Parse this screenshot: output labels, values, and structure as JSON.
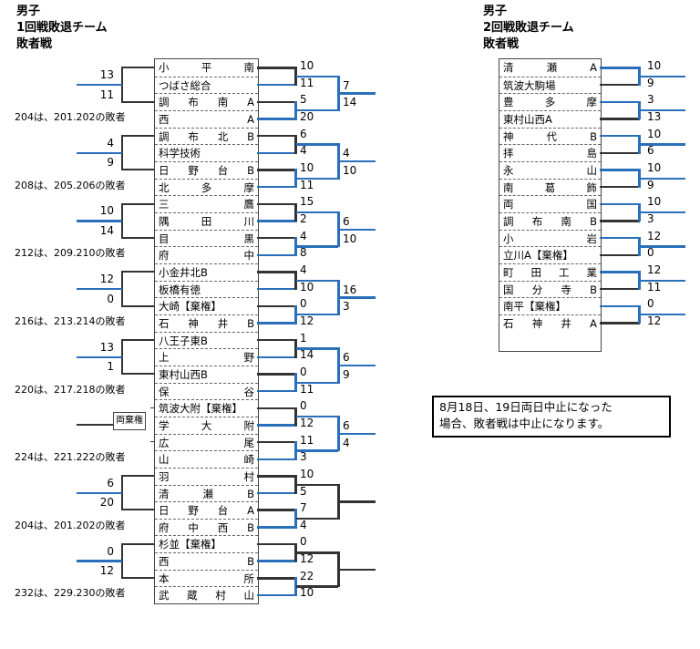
{
  "left_title": [
    "男子",
    "1回戦敗退チーム",
    "敗者戦"
  ],
  "right_title": [
    "男子",
    "2回戦敗退チーム",
    "敗者戦"
  ],
  "left_teams": [
    "小 平 南",
    "つばさ総合",
    "調 布 南 A",
    "西 A",
    "調 布 北 B",
    "科学技術",
    "日 野 台 B",
    "北 多 摩",
    "三 鷹",
    "隅 田 川",
    "目 黒",
    "府 中",
    "小金井北B",
    "板橋有徳",
    "大崎【棄権】",
    "石 神 井 B",
    "八王子東B",
    "上 野",
    "東村山西B",
    "保 谷",
    "筑波大附【棄権】",
    "学 大 附",
    "広 尾",
    "山 崎",
    "羽 村",
    "清 瀬 B",
    "日 野 台 A",
    "府 中 西 B",
    "杉並【棄権】",
    "西 B",
    "本 所",
    "武 蔵 村 山"
  ],
  "left_scores_r1": [
    "10",
    "11",
    "5",
    "20",
    "6",
    "4",
    "10",
    "11",
    "15",
    "2",
    "4",
    "8",
    "4",
    "10",
    "0",
    "12",
    "1",
    "14",
    "0",
    "11",
    "0",
    "12",
    "11",
    "3",
    "10",
    "5",
    "7",
    "4",
    "0",
    "12",
    "22",
    "10"
  ],
  "left_scores_r2": [
    [
      "7",
      "14"
    ],
    [
      "4",
      "10"
    ],
    [
      "6",
      "10"
    ],
    [
      "16",
      "3"
    ],
    [
      "6",
      "9"
    ],
    [
      "6",
      "4"
    ],
    [
      "",
      ""
    ],
    [
      "",
      ""
    ]
  ],
  "left_scores_lo": [
    [
      "13",
      "11"
    ],
    [
      "4",
      "9"
    ],
    [
      "10",
      "14"
    ],
    [
      "12",
      "0"
    ],
    [
      "13",
      "1"
    ],
    [
      "",
      ""
    ],
    [
      "6",
      "20"
    ],
    [
      "0",
      "12"
    ]
  ],
  "left_notes": [
    "204は、201.202の敗者",
    "208は、205.206の敗者",
    "212は、209.210の敗者",
    "216は、213.214の敗者",
    "220は、217.218の敗者",
    "224は、221.222の敗者",
    "204は、201.202の敗者",
    "232は、229.230の敗者"
  ],
  "ryo_kiken": "両棄権",
  "right_teams": [
    "清 瀬 A",
    "筑波大駒場",
    "豊 多 摩",
    "東村山西A",
    "神 代 B",
    "拝 島",
    "永 山",
    "南 葛 飾",
    "両 国",
    "調 布 南 B",
    "小 岩",
    "立川A【棄権】",
    "町 田 工 業",
    "国 分 寺 B",
    "南平【棄権】",
    "石 神 井 A"
  ],
  "right_scores": [
    "10",
    "9",
    "3",
    "13",
    "10",
    "6",
    "10",
    "9",
    "10",
    "3",
    "12",
    "0",
    "12",
    "11",
    "0",
    "12"
  ],
  "note_text": [
    "8月18日、19日両日中止になった",
    "場合、敗者戦は中止になります。"
  ]
}
